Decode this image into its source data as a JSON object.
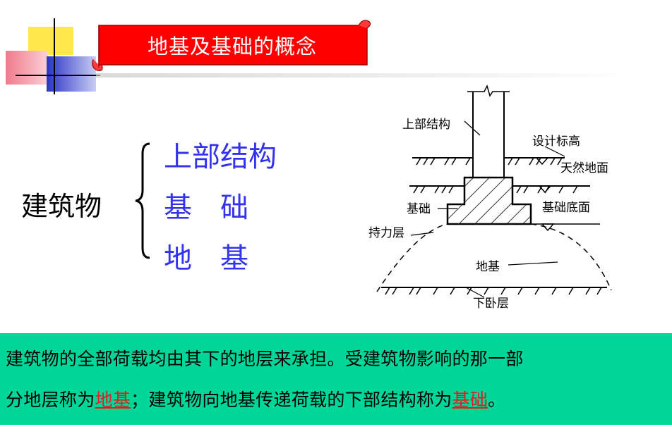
{
  "title": "地基及基础的概念",
  "classification": {
    "label": "建筑物",
    "components": [
      "上部结构",
      "基　础",
      "地　基"
    ]
  },
  "diagram": {
    "labels": {
      "superstructure": "上部结构",
      "design_elevation": "设计标高",
      "natural_ground": "天然地面",
      "foundation": "基础",
      "foundation_base": "基础底面",
      "bearing_layer": "持力层",
      "subgrade": "地基",
      "underlying_layer": "下卧层"
    }
  },
  "explanation": {
    "line1": "建筑物的全部荷载均由其下的地层来承担。受建筑物影响的那一部",
    "line2_part1": "分地层称为",
    "line2_term1": "地基",
    "line2_part2": "；建筑物向地基传递荷载的下部结构称为",
    "line2_term2": "基础",
    "line2_part3": "。"
  },
  "colors": {
    "title_banner": "#ff0000",
    "component_text": "#3333ee",
    "explanation_bg": "#00d69a",
    "highlight_term": "#e02020"
  }
}
